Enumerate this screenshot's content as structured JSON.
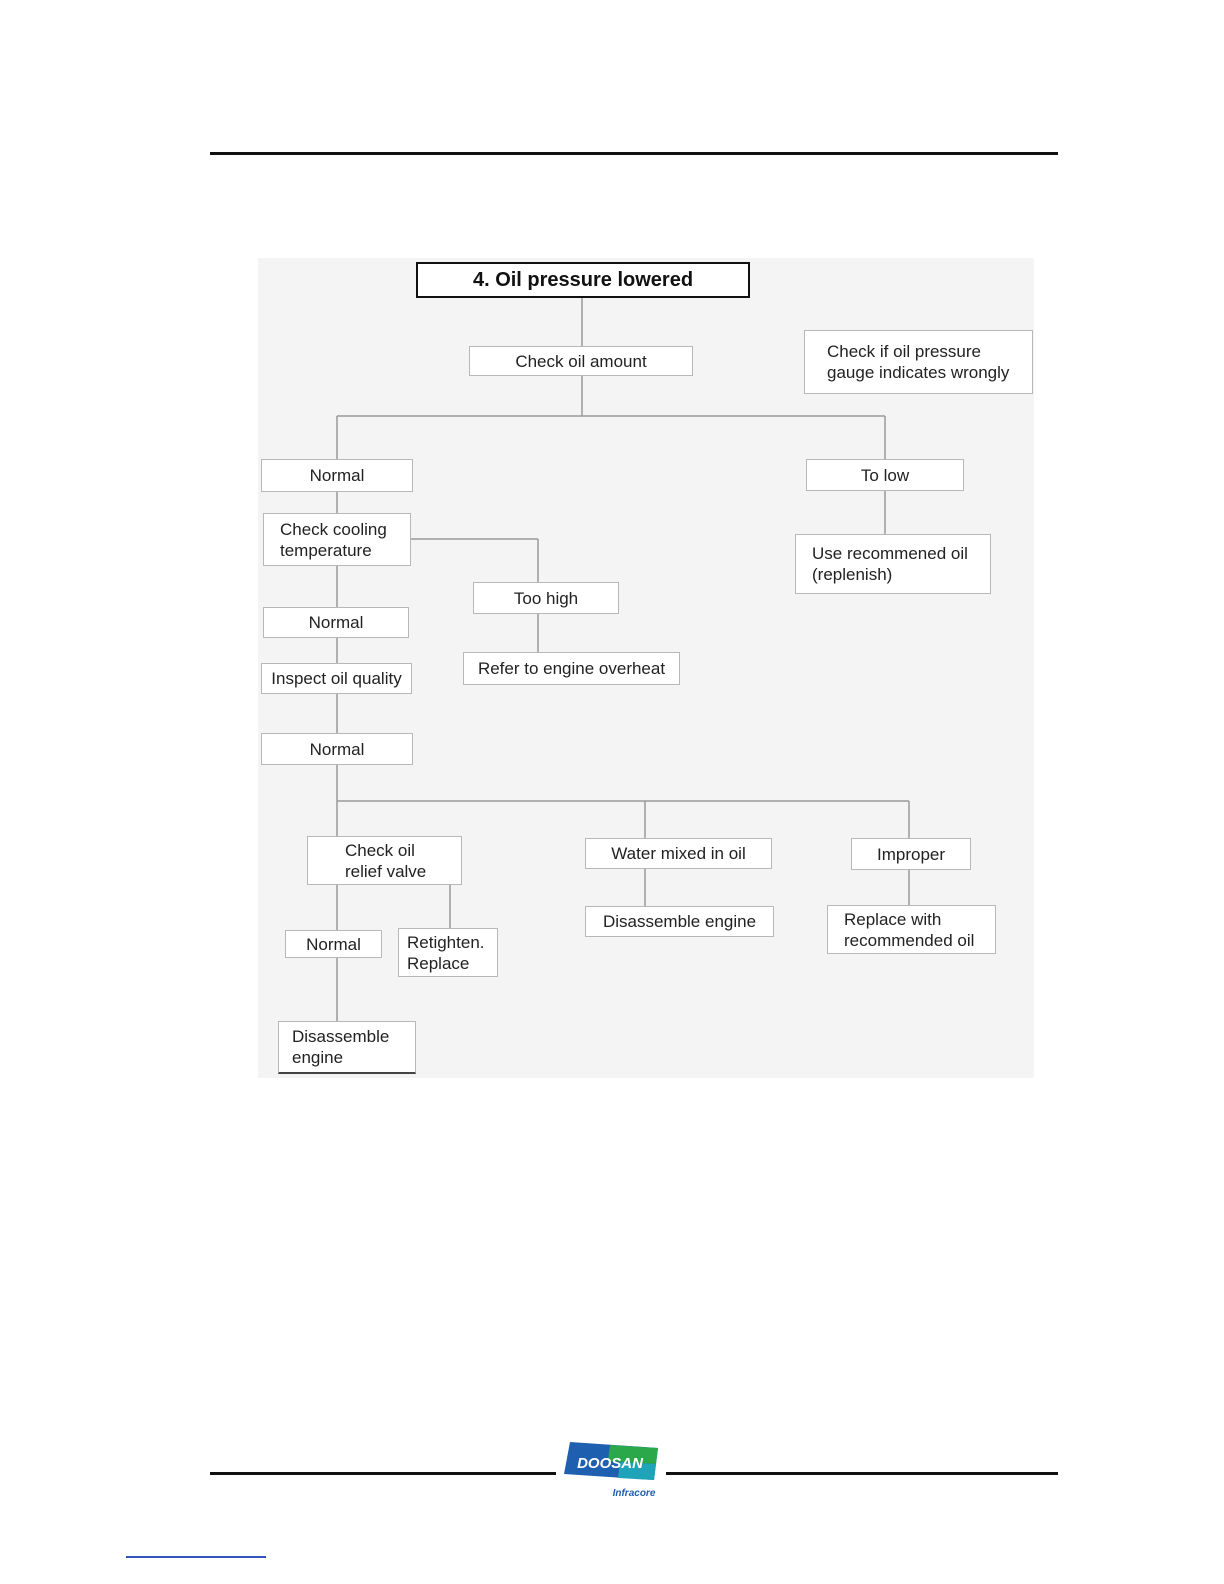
{
  "title": "4. Oil pressure lowered",
  "nodes": {
    "check_oil_amount": "Check oil amount",
    "check_gauge": "Check if oil pressure\ngauge indicates wrongly",
    "normal_1": "Normal",
    "too_low": "To low",
    "use_recommended_oil": "Use recommened oil\n(replenish)",
    "check_cooling_temp": "Check cooling\ntemperature",
    "too_high": "Too high",
    "normal_2": "Normal",
    "refer_overheat": "Refer to engine overheat",
    "inspect_oil_quality": "Inspect oil quality",
    "normal_3": "Normal",
    "check_relief_valve": "Check oil\nrelief valve",
    "water_mixed": "Water mixed in oil",
    "improper": "Improper",
    "normal_4": "Normal",
    "retighten_replace": "Retighten.\nReplace",
    "disassemble_engine_1": "Disassemble engine",
    "replace_recommended": "Replace with\nrecommended oil",
    "disassemble_engine_2": "Disassemble\nengine"
  },
  "logo": {
    "brand": "DOOSAN",
    "sub": "Infracore",
    "colors": {
      "blue": "#1f5fb0",
      "green": "#2aa84a",
      "teal": "#1fa3b8"
    }
  }
}
